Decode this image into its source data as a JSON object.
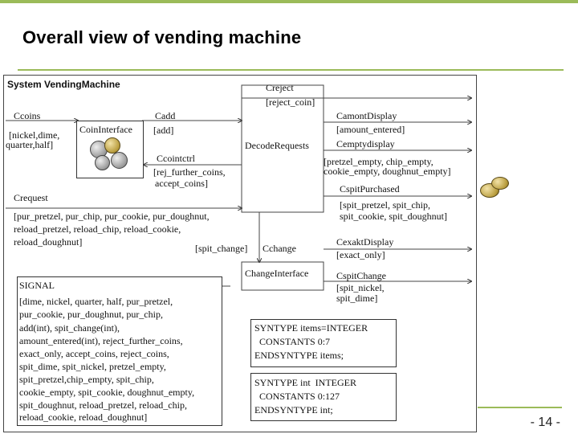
{
  "title": "Overall view of vending machine",
  "page_number": "- 14 -",
  "diagram": {
    "system_label": "System VendingMachine",
    "coins": "Ccoins",
    "coins_list": [
      "[nickel,dime,",
      "quarter,half]"
    ],
    "coin_interface": "CoinInterface",
    "cadd": "Cadd",
    "cadd_sig": "[add]",
    "ccointctrl": "Ccointctrl",
    "ccointctrl_sig": [
      "[rej_further_coins,",
      "accept_coins]"
    ],
    "creject": "Creject",
    "creject_sig": "[reject_coin]",
    "decode_requests": "DecodeRequests",
    "camont_display": "CamontDisplay",
    "camont_sig": "[amount_entered]",
    "cemptydisplay": "Cemptydisplay",
    "cempty_sig": [
      "[pretzel_empty, chip_empty,",
      "cookie_empty, doughnut_empty]"
    ],
    "crequest": "Crequest",
    "crequest_sig": [
      "[pur_pretzel, pur_chip, pur_cookie, pur_doughnut,",
      "reload_pretzel, reload_chip, reload_cookie,",
      "reload_doughnut]"
    ],
    "cspit_purchased": "CspitPurchased",
    "cspit_purchased_sig": [
      "[spit_pretzel, spit_chip,",
      "spit_cookie, spit_doughnut]"
    ],
    "cchange_sig": "[spit_change]",
    "cchange": "Cchange",
    "change_interface": "ChangeInterface",
    "cexakt_display": "CexaktDisplay",
    "cexakt_sig": "[exact_only]",
    "cspit_change": "CspitChange",
    "cspit_change_sig": [
      "[spit_nickel,",
      "spit_dime]"
    ],
    "signal_title": "SIGNAL",
    "signal_lines": [
      "[dime, nickel, quarter, half, pur_pretzel,",
      "pur_cookie, pur_doughnut, pur_chip,",
      "add(int), spit_change(int),",
      "amount_entered(int), reject_further_coins,",
      "exact_only, accept_coins, reject_coins,",
      "spit_dime, spit_nickel, pretzel_empty,",
      "spit_pretzel,chip_empty, spit_chip,",
      "cookie_empty, spit_cookie, doughnut_empty,",
      "spit_doughnut, reload_pretzel, reload_chip,",
      "reload_cookie, reload_doughnut]"
    ],
    "syntype_items": [
      "SYNTYPE items=INTEGER",
      "  CONSTANTS 0:7",
      "ENDSYNTYPE items;"
    ],
    "syntype_int": [
      "SYNTYPE int  INTEGER",
      "  CONSTANTS 0:127",
      "ENDSYNTYPE int;"
    ]
  }
}
